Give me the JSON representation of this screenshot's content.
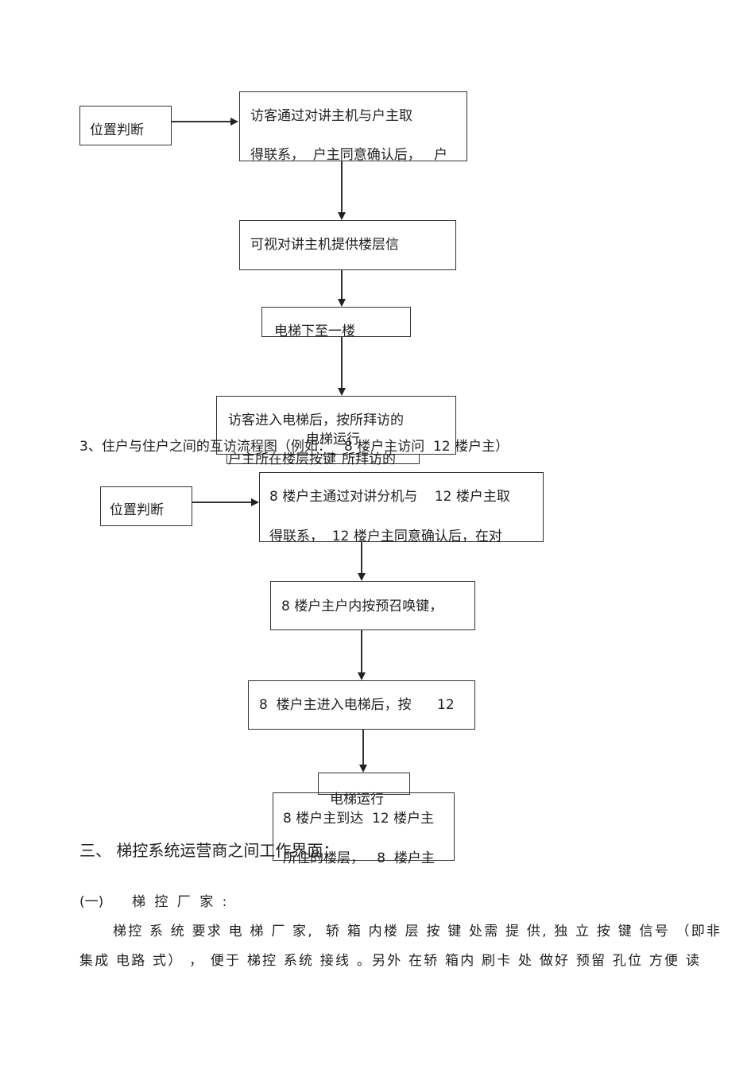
{
  "flow1": {
    "position_box": "位置判断",
    "step1_line1": "访客通过对讲主机与户主取",
    "step1_line2": "得联系，  户主同意确认后，   户",
    "step2": "可视对讲主机提供楼层信",
    "step3": "电梯下至一楼",
    "step4_line1": "访客进入电梯后，按所拜访的",
    "step5": "电梯运行",
    "step4_line2": "户主所在楼层按键",
    "overlap_text": "所拜访的"
  },
  "section3_caption": "3、住户与住户之间的互访流程图（例如：   8 楼户主访问  12 楼户主）",
  "flow2": {
    "position_box": "位置判断",
    "step1_line1": "8 楼户主通过对讲分机与    12 楼户主取",
    "step1_line2": "得联系，  12 楼户主同意确认后，在对",
    "step2": "8 楼户主户内按预召唤键，",
    "step3": "8  楼户主进入电梯后，按      12",
    "step4_title": "电梯运行",
    "step5_line1": "8 楼户主到达  12 楼户主",
    "step5_line2": "所住的楼层，   8  楼户主"
  },
  "section_heading": "三、 梯控系统运营商之间工作界面：",
  "subsection": {
    "number": "(一)",
    "title": "梯 控 厂 家 :"
  },
  "paragraph": {
    "line1": "梯控 系 统 要求 电 梯 厂 家,  轿 箱 内楼 层 按 键 处需 提 供, 独 立 按 键 信号 （即非",
    "line2": "集成 电路 式） ， 便于 梯控 系统 接线 。另外 在轿 箱内 刷卡 处 做好 预留 孔位 方便 读"
  }
}
